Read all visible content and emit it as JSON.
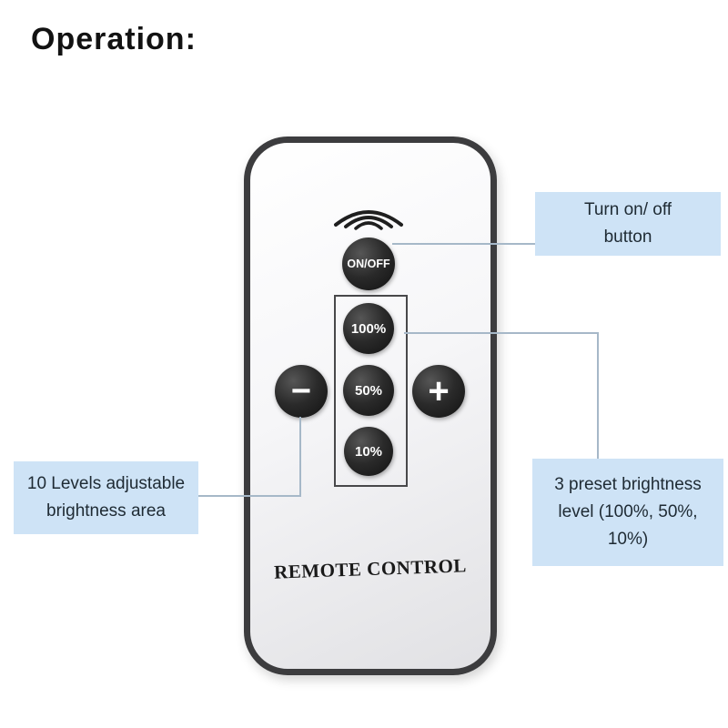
{
  "title": "Operation:",
  "remote": {
    "brand": "REMOTE CONTROL",
    "buttons": {
      "power": "ON/OFF",
      "p100": "100%",
      "p50": "50%",
      "p10": "10%",
      "minus": "−",
      "plus": "+"
    }
  },
  "callouts": {
    "power": {
      "lines": [
        "Turn on/ off",
        "button"
      ]
    },
    "levels": {
      "lines": [
        "10 Levels adjustable",
        "brightness area"
      ]
    },
    "presets": {
      "lines": [
        "3 preset brightness",
        "level (100%, 50%,",
        "10%)"
      ]
    }
  },
  "colors": {
    "callout_bg": "#cee3f6",
    "connector_line": "#a6b8c8",
    "button_fill": "#1d1d1f",
    "remote_border": "#3c3c3e",
    "background": "#ffffff"
  }
}
